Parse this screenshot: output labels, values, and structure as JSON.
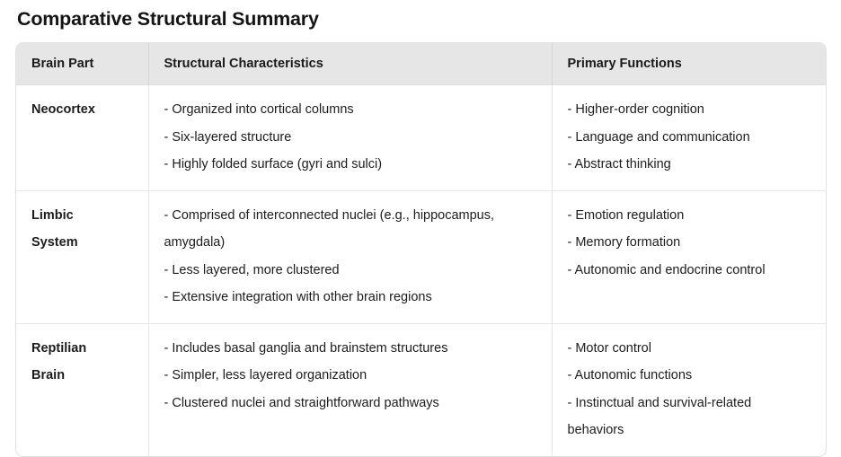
{
  "page": {
    "title": "Comparative Structural Summary",
    "background_color": "#ffffff",
    "header_background_color": "#e6e6e6",
    "border_color": "#e2e2e2",
    "text_color": "#1a1a1a"
  },
  "table": {
    "columns": [
      {
        "key": "brain_part",
        "header": "Brain Part"
      },
      {
        "key": "structural_characteristics",
        "header": "Structural Characteristics"
      },
      {
        "key": "primary_functions",
        "header": "Primary Functions"
      }
    ],
    "rows": [
      {
        "brain_part": "Neocortex",
        "brain_part_lines": [
          "Neocortex"
        ],
        "structural_characteristics": [
          "- Organized into cortical columns",
          "- Six-layered structure",
          "- Highly folded surface (gyri and sulci)"
        ],
        "primary_functions": [
          "- Higher-order cognition",
          "- Language and communication",
          "- Abstract thinking"
        ]
      },
      {
        "brain_part": "Limbic System",
        "brain_part_lines": [
          "Limbic",
          "System"
        ],
        "structural_characteristics": [
          "- Comprised of interconnected nuclei (e.g., hippocampus, amygdala)",
          "- Less layered, more clustered",
          "- Extensive integration with other brain regions"
        ],
        "primary_functions": [
          "- Emotion regulation",
          "- Memory formation",
          "- Autonomic and endocrine control"
        ]
      },
      {
        "brain_part": "Reptilian Brain",
        "brain_part_lines": [
          "Reptilian",
          "Brain"
        ],
        "structural_characteristics": [
          "- Includes basal ganglia and brainstem structures",
          "- Simpler, less layered organization",
          "- Clustered nuclei and straightforward pathways"
        ],
        "primary_functions": [
          "- Motor control",
          "- Autonomic functions",
          "- Instinctual and survival-related behaviors"
        ]
      }
    ]
  }
}
